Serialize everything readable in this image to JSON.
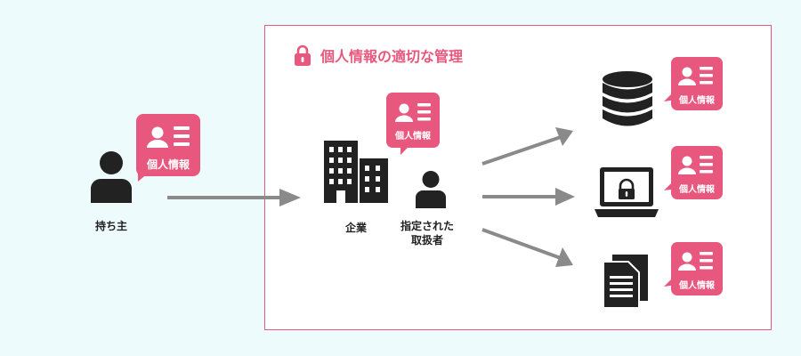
{
  "colors": {
    "accent": "#e8587e",
    "dark": "#222222",
    "arrow": "#8a8a8a",
    "background": "#eefbfd"
  },
  "frame": {
    "title": "個人情報の適切な管理",
    "icon": "lock-icon"
  },
  "owner": {
    "label": "持ち主",
    "card_label": "個人情報"
  },
  "company": {
    "label": "企業"
  },
  "handler": {
    "label": "指定された\n取扱者",
    "card_label": "個人情報"
  },
  "storage": [
    {
      "icon": "database-icon",
      "card_label": "個人情報"
    },
    {
      "icon": "laptop-lock-icon",
      "card_label": "個人情報"
    },
    {
      "icon": "documents-icon",
      "card_label": "個人情報"
    }
  ]
}
